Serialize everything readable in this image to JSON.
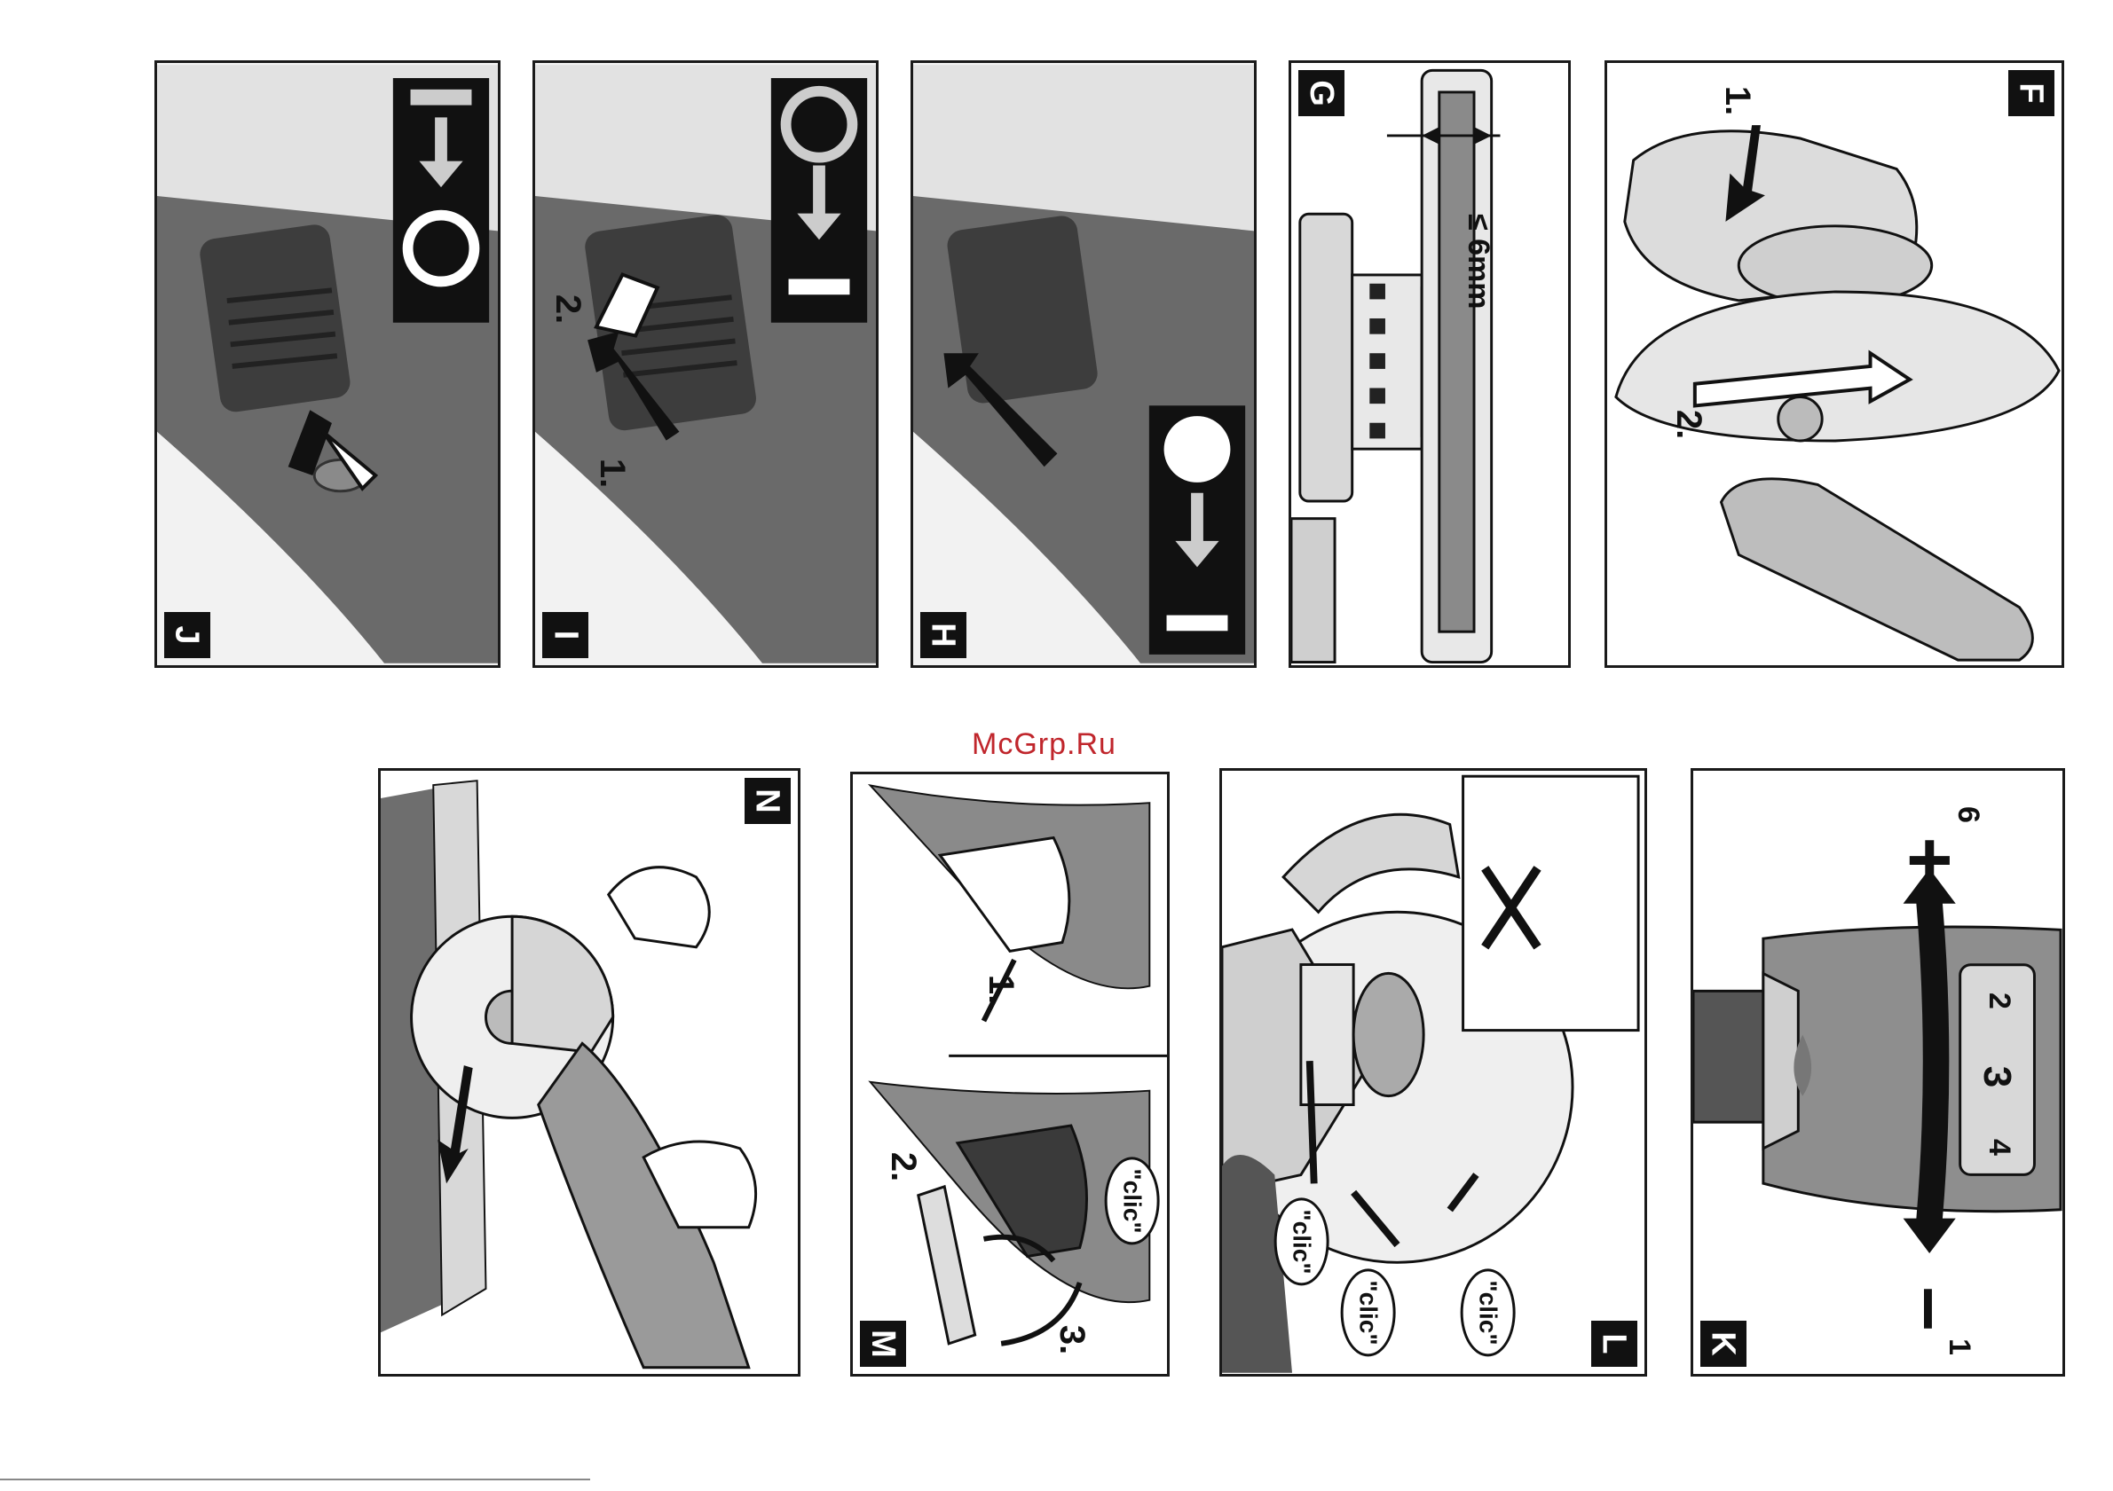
{
  "watermark": "McGrp.Ru",
  "panels": {
    "J": {
      "label": "J"
    },
    "I": {
      "label": "I",
      "step1": "1.",
      "step2": "2."
    },
    "H": {
      "label": "H"
    },
    "G": {
      "label": "G",
      "dimension": "≤ 6mm"
    },
    "F": {
      "label": "F",
      "step1": "1.",
      "step2": "2."
    },
    "N": {
      "label": "N"
    },
    "M": {
      "label": "M",
      "step1": "1.",
      "step2": "2.",
      "step3": "3.",
      "clic": "\"clic\""
    },
    "L": {
      "label": "L",
      "clic": "\"clic\""
    },
    "K": {
      "label": "K",
      "plus": "+",
      "minus": "–",
      "max": "6",
      "min": "1",
      "dial": [
        "2",
        "3",
        "4"
      ]
    }
  },
  "colors": {
    "ink": "#111111",
    "panel_bg": "#f2f2f2",
    "tool_dark": "#555555",
    "tool_light": "#d6d6d6",
    "watermark": "#c0262c"
  }
}
